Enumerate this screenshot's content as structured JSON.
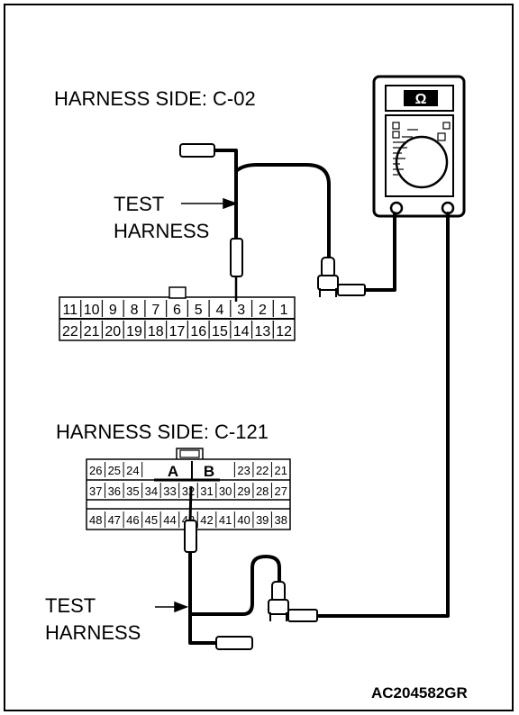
{
  "labels": {
    "connector_c02": "HARNESS SIDE: C-02",
    "connector_c121": "HARNESS SIDE: C-121",
    "test_harness_top": [
      "TEST",
      "HARNESS"
    ],
    "test_harness_bottom": [
      "TEST",
      "HARNESS"
    ],
    "figure_code": "AC204582GR"
  },
  "meter": {
    "symbol": "Ω"
  },
  "c02": {
    "top_row": [
      "11",
      "10",
      "9",
      "8",
      "7",
      "6",
      "5",
      "4",
      "3",
      "2",
      "1"
    ],
    "bottom_row": [
      "22",
      "21",
      "20",
      "19",
      "18",
      "17",
      "16",
      "15",
      "14",
      "13",
      "12"
    ]
  },
  "c121": {
    "top_left": [
      "26",
      "25",
      "24"
    ],
    "top_right": [
      "23",
      "22",
      "21"
    ],
    "top_mid": [
      "A",
      "B"
    ],
    "middle_row": [
      "37",
      "36",
      "35",
      "34",
      "33",
      "32",
      "31",
      "30",
      "29",
      "28",
      "27"
    ],
    "bottom_row": [
      "48",
      "47",
      "46",
      "45",
      "44",
      "43",
      "42",
      "41",
      "40",
      "39",
      "38"
    ]
  }
}
